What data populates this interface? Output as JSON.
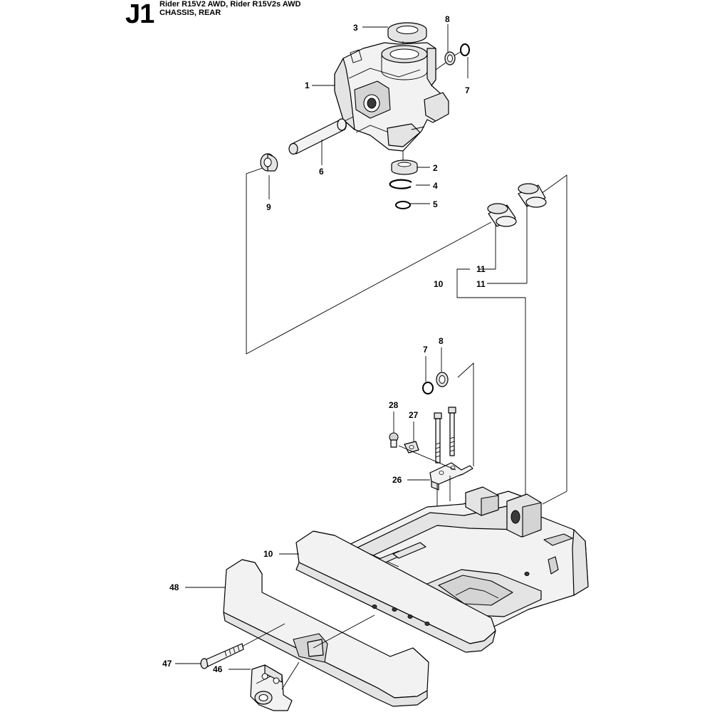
{
  "header": {
    "sheet_code": "J1",
    "title_line1": "Rider R15V2 AWD, Rider R15V2s AWD",
    "title_line2": "CHASSIS, REAR"
  },
  "callouts": {
    "c1": "1",
    "c2": "2",
    "c3": "3",
    "c4": "4",
    "c5": "5",
    "c6": "6",
    "c7_top": "7",
    "c8_top": "8",
    "c9": "9",
    "c10_mid": "10",
    "c11_a": "11",
    "c11_b": "11",
    "c7_mid": "7",
    "c8_mid": "8",
    "c28": "28",
    "c27": "27",
    "c26": "26",
    "c10_low": "10",
    "c48": "48",
    "c46": "46",
    "c47": "47"
  },
  "colors": {
    "line": "#000000",
    "part_fill": "#f2f2f2",
    "part_shade": "#e4e4e4",
    "background": "#ffffff"
  }
}
